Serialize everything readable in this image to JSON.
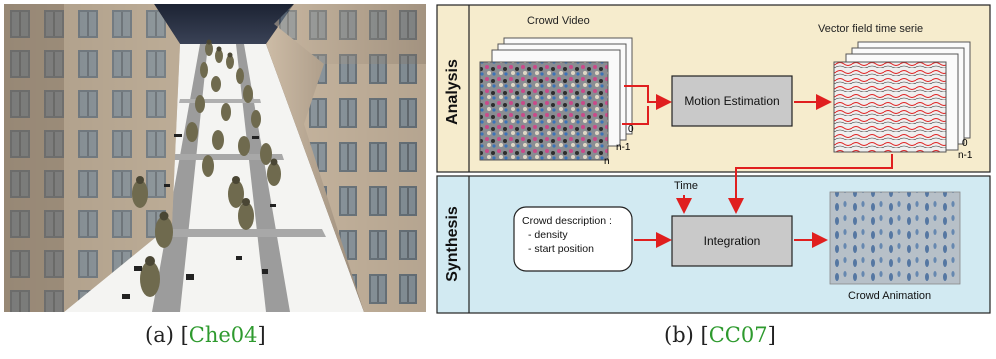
{
  "figure_a": {
    "caption_prefix": "(a) [",
    "citation": "Che04",
    "caption_suffix": "]"
  },
  "figure_b": {
    "caption_prefix": "(b) [",
    "citation": "CC07",
    "caption_suffix": "]",
    "analysis_label": "Analysis",
    "synthesis_label": "Synthesis",
    "crowd_video_label": "Crowd Video",
    "vector_field_label": "Vector field time serie",
    "motion_estimation_label": "Motion Estimation",
    "integration_label": "Integration",
    "time_label": "Time",
    "crowd_animation_label": "Crowd Animation",
    "crowd_description_title": "Crowd description :",
    "crowd_description_items": [
      "- density",
      "- start position"
    ],
    "frame_labels": {
      "zero": "0",
      "n_minus_1": "n-1",
      "n": "n"
    },
    "field_frame_labels": {
      "zero": "0",
      "n_minus_1": "n-1"
    },
    "colors": {
      "analysis_bg": "#f6eccd",
      "synthesis_bg": "#d2eaf2",
      "arrow": "#e01f1f",
      "box_fill": "#c9c9c9",
      "citation": "#2e9a2e"
    }
  }
}
